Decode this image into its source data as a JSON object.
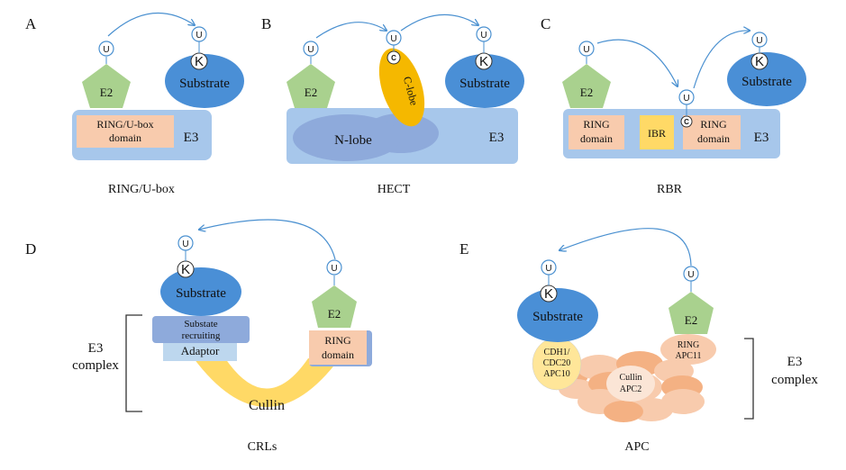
{
  "panels": {
    "a": {
      "letter": "A",
      "e2": "E2",
      "substrate": "Substrate",
      "ring_line1": "RING/U-box",
      "ring_line2": "domain",
      "e3": "E3",
      "caption": "RING/U-box"
    },
    "b": {
      "letter": "B",
      "e2": "E2",
      "substrate": "Substrate",
      "clobe": "C-lobe",
      "nlobe": "N-lobe",
      "e3": "E3",
      "caption": "HECT"
    },
    "c": {
      "letter": "C",
      "e2": "E2",
      "substrate": "Substrate",
      "ring1_line1": "RING",
      "ring1_line2": "domain",
      "ibr": "IBR",
      "ring2_line1": "RING",
      "ring2_line2": "domain",
      "e3": "E3",
      "caption": "RBR"
    },
    "d": {
      "letter": "D",
      "substrate": "Substrate",
      "recruit_line1": "Substate",
      "recruit_line2": "recruiting",
      "adaptor": "Adaptor",
      "cullin": "Cullin",
      "e2": "E2",
      "ring_line1": "RING",
      "ring_line2": "domain",
      "complex_line1": "E3",
      "complex_line2": "complex",
      "caption": "CRLs"
    },
    "e": {
      "letter": "E",
      "substrate": "Substrate",
      "e2": "E2",
      "cdh_line1": "CDH1/",
      "cdh_line2": "CDC20",
      "cdh_line3": "APC10",
      "cullin_line1": "Cullin",
      "cullin_line2": "APC2",
      "ring_line1": "RING",
      "ring_line2": "APC11",
      "complex_line1": "E3",
      "complex_line2": "complex",
      "caption": "APC"
    }
  },
  "markers": {
    "ubiquitin": "U",
    "lysine": "K",
    "cysteine": "C"
  },
  "colors": {
    "substrate": "#4a8fd6",
    "e2": "#a9d18e",
    "e3": "#a7c7eb",
    "ring": "#f8cbad",
    "clobe": "#f5b800",
    "nlobe": "#8eaadb",
    "ibr": "#ffd966",
    "cullin": "#ffd966",
    "arrow": "#4a90d0"
  }
}
